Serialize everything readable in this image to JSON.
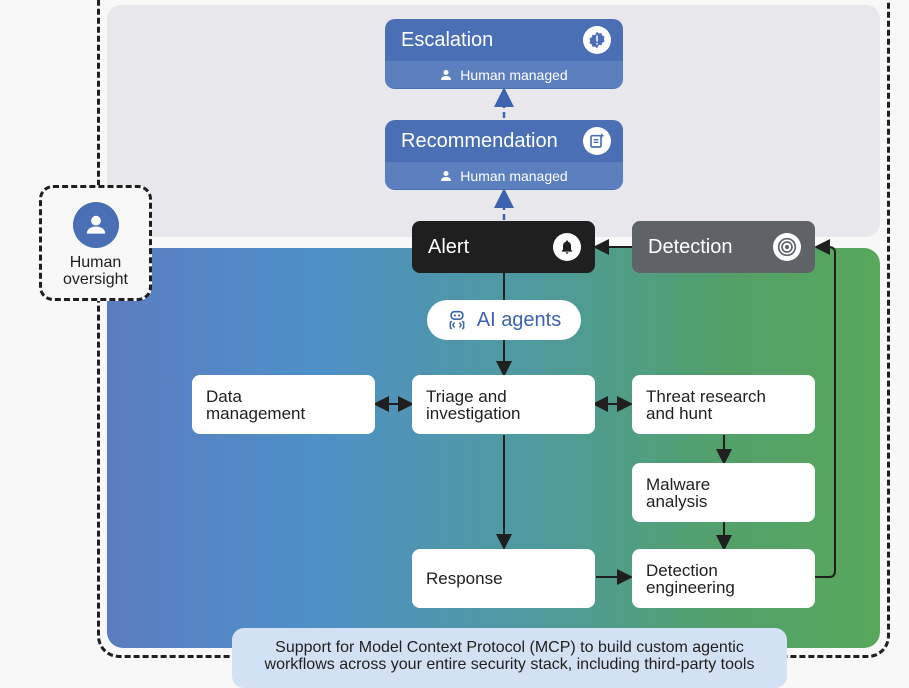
{
  "oversight": {
    "label_line1": "Human",
    "label_line2": "oversight",
    "icon": "person-icon"
  },
  "human_managed": [
    {
      "title": "Escalation",
      "subtitle": "Human managed",
      "icon": "alert-badge-icon"
    },
    {
      "title": "Recommendation",
      "subtitle": "Human managed",
      "icon": "note-add-icon"
    }
  ],
  "alert": {
    "label": "Alert",
    "icon": "bell-icon"
  },
  "detection": {
    "label": "Detection",
    "icon": "target-icon"
  },
  "ai_agents": {
    "label": "AI agents",
    "icon": "robot-code-icon"
  },
  "nodes": {
    "data_management": {
      "line1": "Data",
      "line2": "management"
    },
    "triage": {
      "line1": "Triage and",
      "line2": "investigation"
    },
    "threat": {
      "line1": "Threat research",
      "line2": "and hunt"
    },
    "malware": {
      "line1": "Malware",
      "line2": "analysis"
    },
    "response": {
      "line1": "Response"
    },
    "det_eng": {
      "line1": "Detection",
      "line2": "engineering"
    }
  },
  "mcp": {
    "line1": "Support for Model Context Protocol (MCP) to build custom agentic",
    "line2": "workflows across your entire security stack, including third-party tools"
  },
  "colors": {
    "escalation_blue": "#4a6fb5",
    "alert_black": "#1f1f1f",
    "detection_gray": "#5f6368",
    "agent_blue": "#3d63b0"
  }
}
